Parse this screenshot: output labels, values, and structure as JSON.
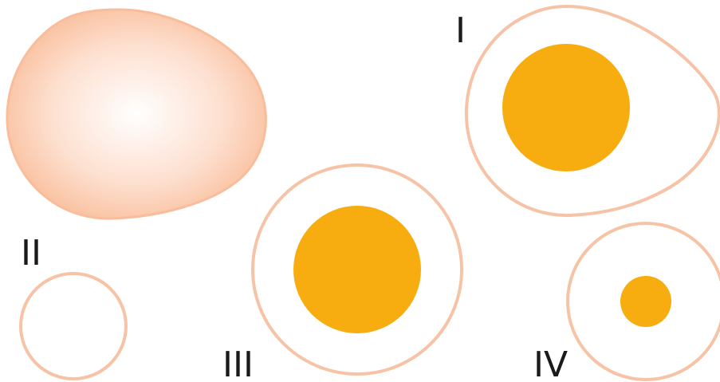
{
  "colors": {
    "outline": "#f6c3a6",
    "yolk": "#f7ad10",
    "cell_fill_center": "#ffffff",
    "cell_fill_edge": "#f9b892",
    "label_text": "#1a1a1a"
  },
  "figures": [
    {
      "id": "whole-cell",
      "label": "",
      "has_yolk": false,
      "filled": true
    },
    {
      "id": "cell-I",
      "label": "I",
      "has_yolk": true,
      "filled": false
    },
    {
      "id": "cell-II",
      "label": "II",
      "has_yolk": false,
      "filled": false
    },
    {
      "id": "cell-III",
      "label": "III",
      "has_yolk": true,
      "filled": false
    },
    {
      "id": "cell-IV",
      "label": "IV",
      "has_yolk": true,
      "filled": false
    }
  ],
  "labels": {
    "I": "I",
    "II": "II",
    "III": "III",
    "IV": "IV"
  }
}
